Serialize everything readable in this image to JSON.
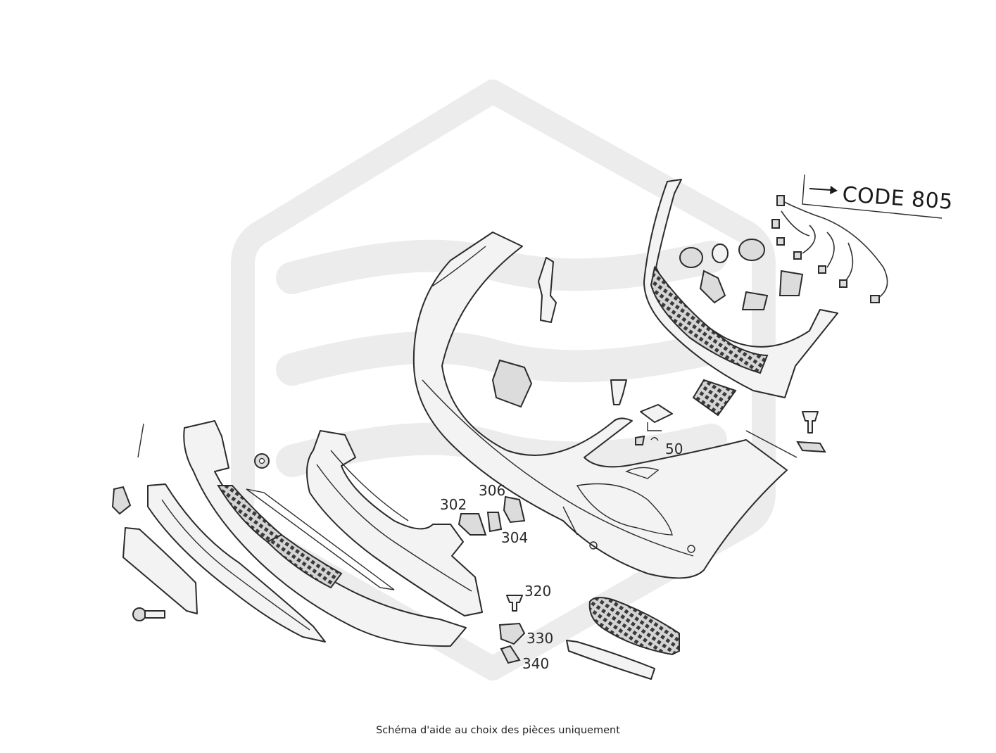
{
  "callouts": {
    "c50": "50",
    "c302": "302",
    "c304": "304",
    "c306": "306",
    "c320": "320",
    "c330": "330",
    "c340": "340"
  },
  "code_label": "CODE 805",
  "caption": "Schéma d'aide au choix des pièces uniquement",
  "colors": {
    "line": "#2b2b2b",
    "part_fill": "#f3f3f3",
    "watermark": "#ececec"
  }
}
